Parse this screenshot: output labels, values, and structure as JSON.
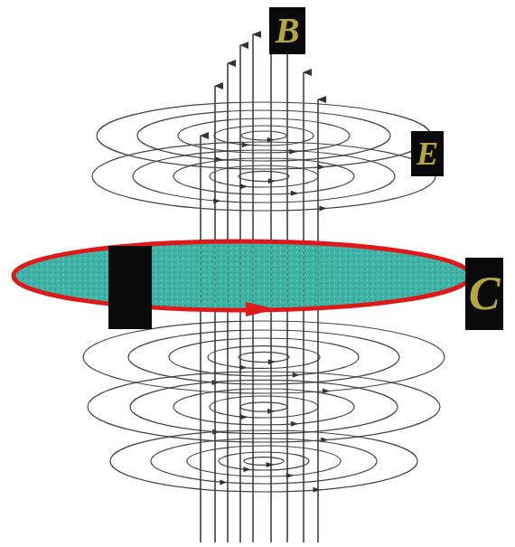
{
  "diagram": {
    "labels": [
      "B",
      "E",
      "C"
    ]
  }
}
